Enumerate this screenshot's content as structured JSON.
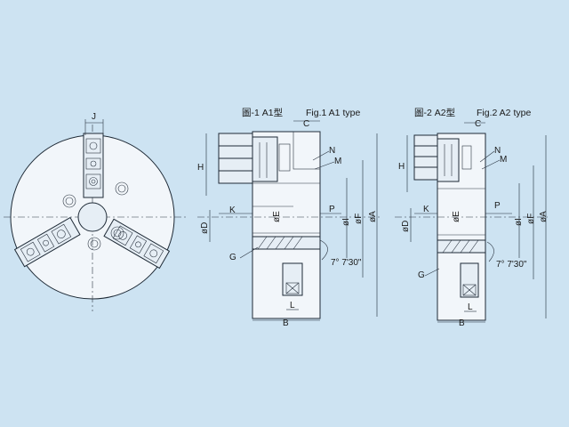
{
  "figures": {
    "fig1": {
      "title_cn": "圖-1 A1型",
      "title_en": "Fig.1  A1 type"
    },
    "fig2": {
      "title_cn": "圖-2 A2型",
      "title_en": "Fig.2  A2 type"
    }
  },
  "labels": {
    "front": {
      "J": "J"
    },
    "fig1": {
      "C": "C",
      "N": "N",
      "M": "M",
      "H": "H",
      "D": "øD",
      "K": "K",
      "E": "øE",
      "P": "P",
      "I": "øI",
      "F": "øF",
      "A": "øA",
      "G": "G",
      "angle": "7° 7'30\"",
      "L": "L",
      "B": "B"
    },
    "fig2": {
      "C": "C",
      "N": "N",
      "M": "M",
      "H": "H",
      "D": "øD",
      "K": "K",
      "E": "øE",
      "P": "P",
      "I": "øI",
      "F": "øF",
      "A": "øA",
      "G": "G",
      "angle": "7° 7'30\"",
      "L": "L",
      "B": "B"
    }
  },
  "colors": {
    "background": "#cde3f2",
    "line": "#1e2a36",
    "part_fill": "#e6eef5"
  }
}
